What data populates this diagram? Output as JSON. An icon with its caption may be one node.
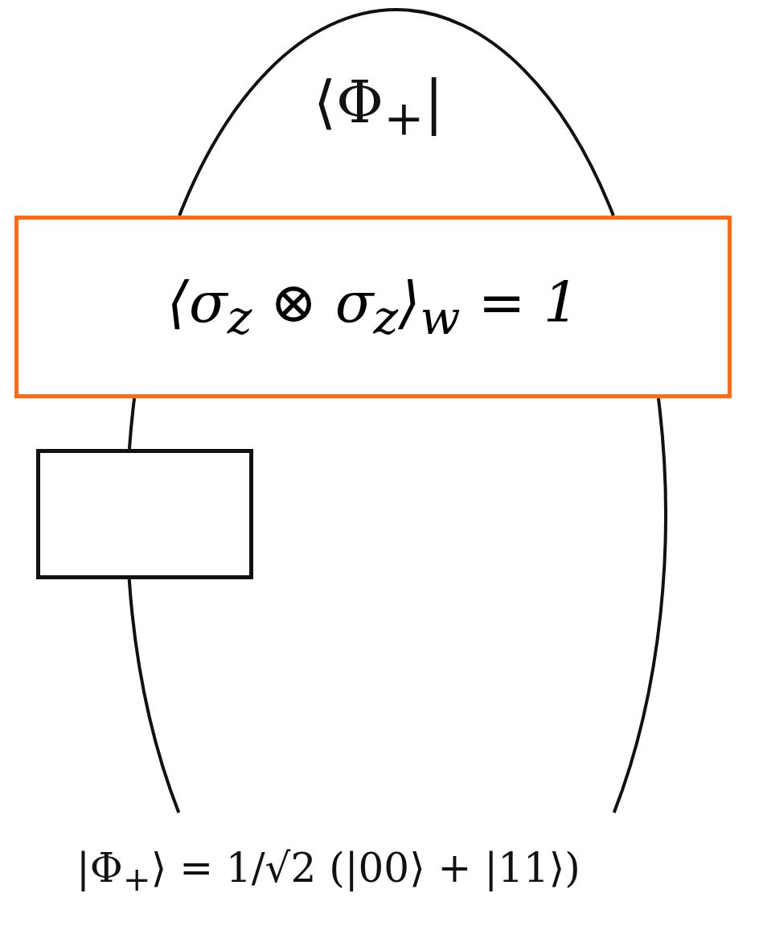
{
  "diagram": {
    "nodes": [
      {
        "text": [
          "⟨σ$_{z}$ ⊗ σ$_{z}$⟩$_{w}$ = 1"
        ]
      },
      {
        "text": [],
        "shape": "box"
      }
    ],
    "edges": [
      {
        "from": 0,
        "to": 0,
        "arrow": "none"
      },
      {
        "from": 0,
        "to": 1,
        "arrow": "none"
      },
      {
        "from": 1,
        "to": null,
        "arrow": "none"
      },
      {
        "from": 0,
        "to": null,
        "arrow": "none"
      }
    ],
    "labels": [
      "⟨Φ$_{+}$|",
      "|Φ$_{+}$⟩ = 1/√2 (|00⟩ + |11⟩)"
    ]
  }
}
